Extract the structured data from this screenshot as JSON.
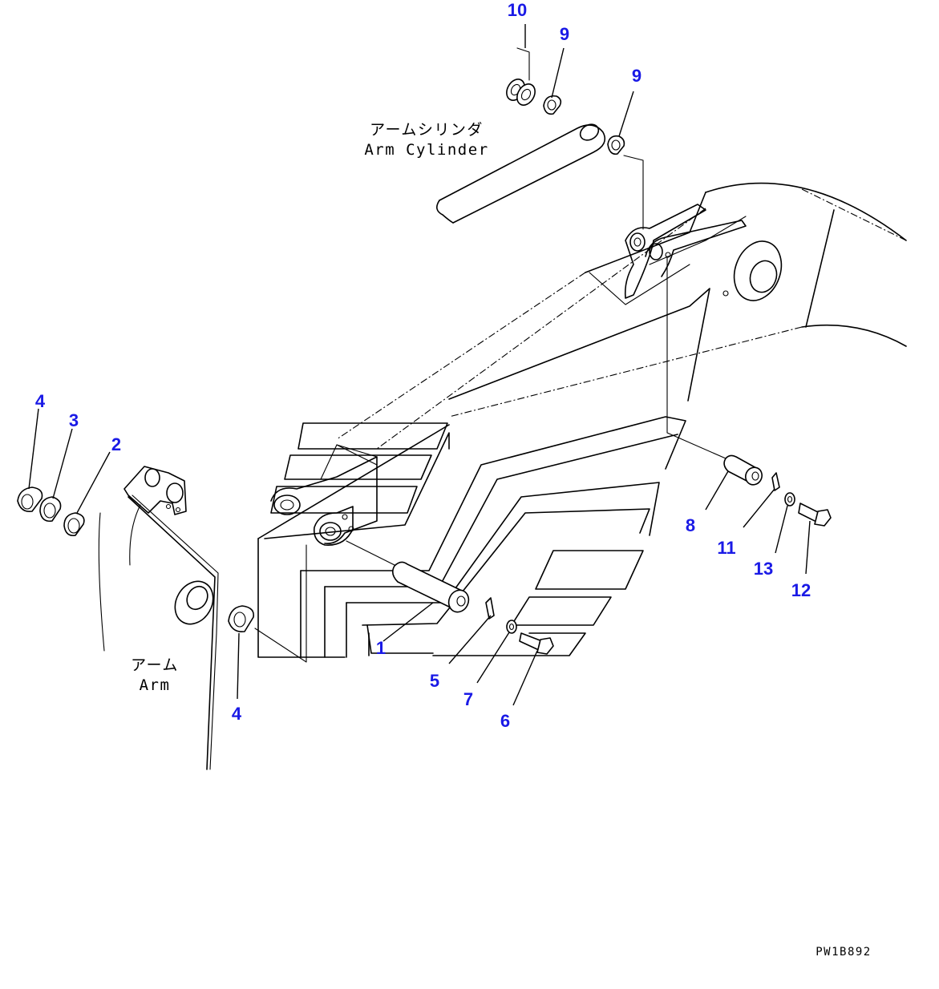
{
  "labels": {
    "arm_cylinder_jp": "アームシリンダ",
    "arm_cylinder_en": "Arm Cylinder",
    "arm_jp": "アーム",
    "arm_en": "Arm"
  },
  "drawing_code": "PW1B892",
  "callouts": [
    {
      "text": "10"
    },
    {
      "text": "9"
    },
    {
      "text": "9"
    },
    {
      "text": "4"
    },
    {
      "text": "3"
    },
    {
      "text": "2"
    },
    {
      "text": "8"
    },
    {
      "text": "11"
    },
    {
      "text": "13"
    },
    {
      "text": "12"
    },
    {
      "text": "1"
    },
    {
      "text": "5"
    },
    {
      "text": "7"
    },
    {
      "text": "6"
    },
    {
      "text": "4"
    }
  ],
  "colors": {
    "callout": "#1a1ae6",
    "line": "#000000",
    "background": "#ffffff"
  }
}
